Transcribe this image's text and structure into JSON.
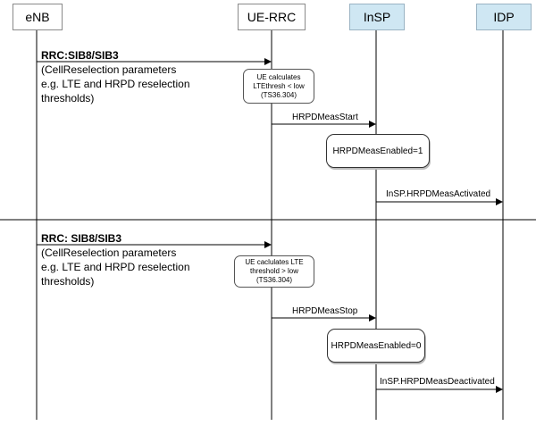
{
  "actors": {
    "enb": "eNB",
    "ue_rrc": "UE-RRC",
    "insp": "InSP",
    "idp": "IDP"
  },
  "section1": {
    "rrc_title": "RRC:SIB8/SIB3",
    "rrc_line2": "(CellReselection parameters",
    "rrc_line3": "e.g. LTE and HRPD reselection",
    "rrc_line4": "thresholds)",
    "note": "UE calculates\nLTEthresh < low\n(TS36.304)",
    "meas_start": "HRPDMeasStart",
    "state": "HRPDMeasEnabled=1",
    "activated": "InSP.HRPDMeasActivated"
  },
  "section2": {
    "rrc_title": "RRC: SIB8/SIB3",
    "rrc_line2": "(CellReselection parameters",
    "rrc_line3": "e.g. LTE and HRPD reselection",
    "rrc_line4": "thresholds)",
    "note": "UE caclulates LTE\nthreshold > low\n(TS36.304)",
    "meas_stop": "HRPDMeasStop",
    "state": "HRPDMeasEnabled=0",
    "deactivated": "InSP.HRPDMeasDeactivated"
  },
  "colors": {
    "actor_grey": "#ffffff",
    "actor_blue": "#cfe7f3",
    "lifeline": "#000000"
  }
}
